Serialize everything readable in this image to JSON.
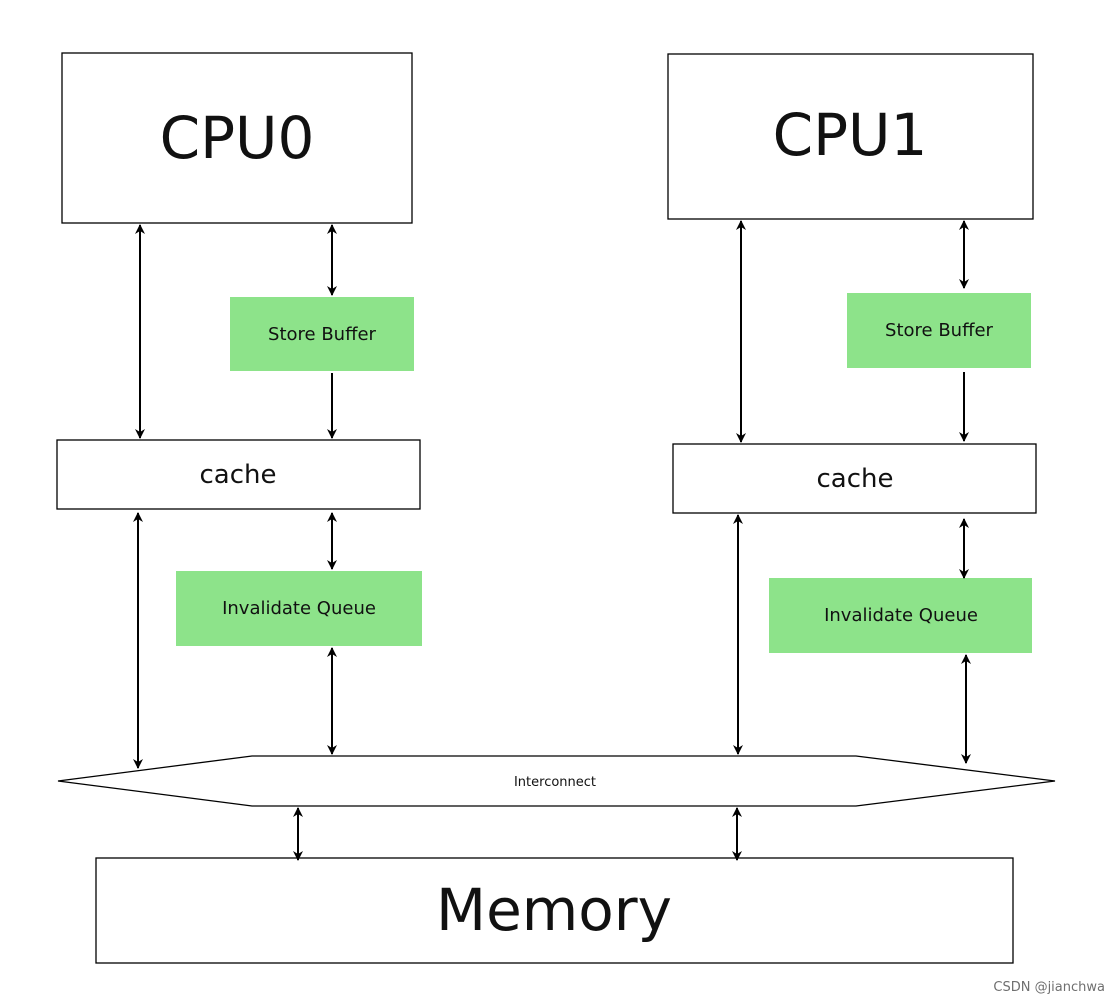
{
  "diagram": {
    "cpu0": {
      "label": "CPU0"
    },
    "cpu1": {
      "label": "CPU1"
    },
    "cpu0_store_buffer": {
      "label": "Store Buffer"
    },
    "cpu1_store_buffer": {
      "label": "Store Buffer"
    },
    "cpu0_cache": {
      "label": "cache"
    },
    "cpu1_cache": {
      "label": "cache"
    },
    "cpu0_invalidate_queue": {
      "label": "Invalidate Queue"
    },
    "cpu1_invalidate_queue": {
      "label": "Invalidate Queue"
    },
    "interconnect": {
      "label": "Interconnect"
    },
    "memory": {
      "label": "Memory"
    }
  },
  "watermark": {
    "text": "CSDN @jianchwa"
  },
  "colors": {
    "queue_fill": "#8de38a",
    "box_stroke": "#000000",
    "background": "#ffffff"
  }
}
